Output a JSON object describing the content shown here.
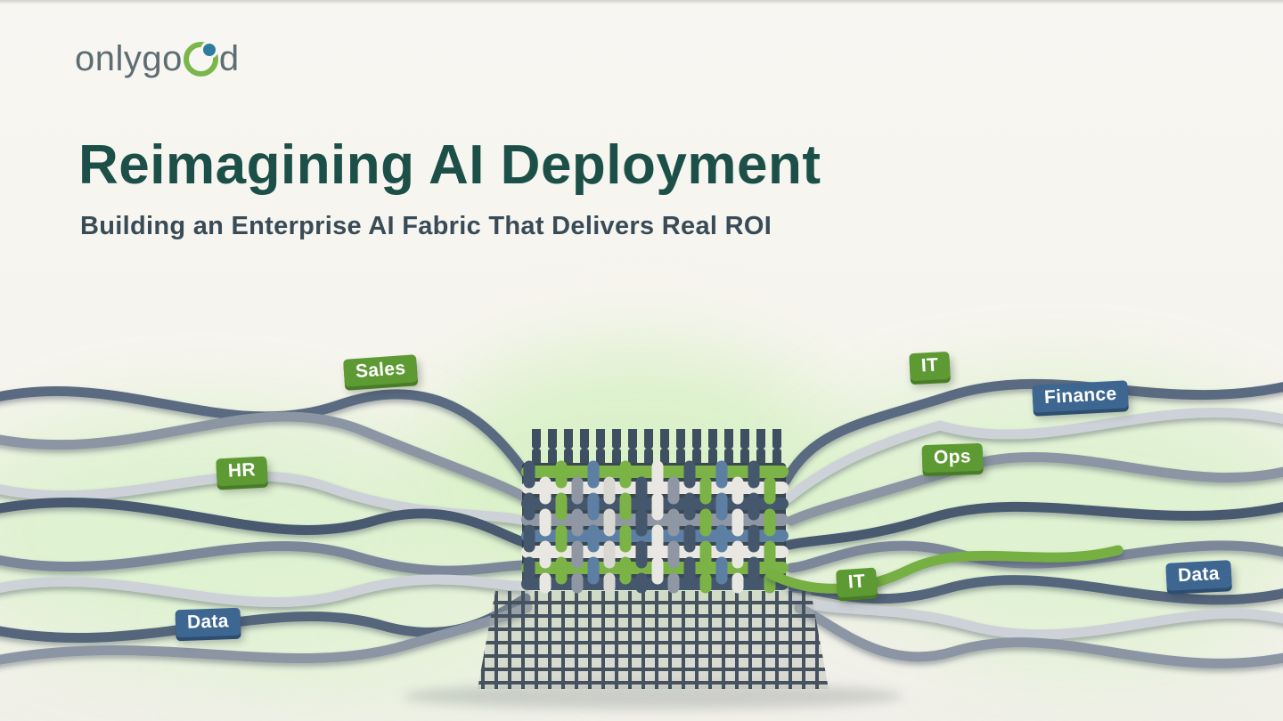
{
  "logo": {
    "text_before": "onlygo",
    "text_after": "d"
  },
  "hero": {
    "title": "Reimagining AI Deployment",
    "subtitle": "Building an Enterprise AI Fabric That Delivers Real ROI"
  },
  "illustration": {
    "description": "Woven AI fabric with labeled enterprise threads",
    "labels": [
      {
        "text": "Sales",
        "color": "green"
      },
      {
        "text": "IT",
        "color": "green"
      },
      {
        "text": "Finance",
        "color": "blue"
      },
      {
        "text": "HR",
        "color": "green"
      },
      {
        "text": "Ops",
        "color": "green"
      },
      {
        "text": "Data",
        "color": "blue"
      },
      {
        "text": "IT",
        "color": "green"
      },
      {
        "text": "Data",
        "color": "blue"
      }
    ]
  },
  "colors": {
    "title_teal": "#1c4f47",
    "subtitle_slate": "#394b57",
    "badge_green": "#5d9a33",
    "badge_blue": "#3d6690",
    "cable_slate": "#5a6a80",
    "cable_green": "#76b043",
    "blob_green": "#dcf2cd",
    "logo_gray": "#5d6e73",
    "logo_ring_green": "#7ab648"
  }
}
